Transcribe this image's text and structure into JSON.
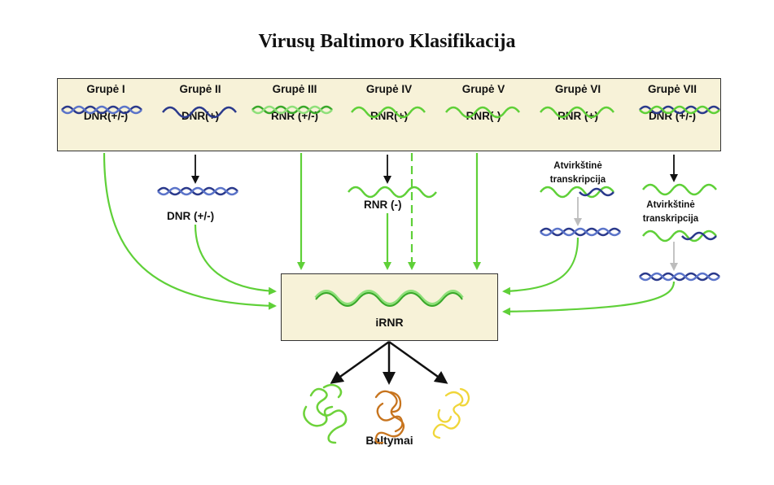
{
  "title": "Virusų Baltimoro Klasifikacija",
  "groups": [
    {
      "name": "Grupė  I",
      "type": "DNR(+/-)"
    },
    {
      "name": "Grupė  II",
      "type": "DNR(+)"
    },
    {
      "name": "Grupė  III",
      "type": "RNR (+/-)"
    },
    {
      "name": "Grupė  IV",
      "type": "RNR(+)"
    },
    {
      "name": "Grupė  V",
      "type": "RNR(-)"
    },
    {
      "name": "Grupė  VI",
      "type": "RNR (+)"
    },
    {
      "name": "Grupė  VII",
      "type": "DNR (+/-)"
    }
  ],
  "intermediates": {
    "group2": "DNR (+/-)",
    "group4": "RNR (-)",
    "group6_label": [
      "Atvirkštinė",
      "transkripcija"
    ],
    "group7_label": [
      "Atvirkštinė",
      "transkripcija"
    ]
  },
  "center_label": "iRNR",
  "proteins_label": "Baltymai",
  "colors": {
    "green": "#5fd038",
    "dna_blue": "#2b3a8c",
    "box_fill": "#f7f2d8",
    "gray_arrow": "#bdbdbd",
    "protein_green": "#6dd23a",
    "protein_orange": "#c7741e",
    "protein_yellow": "#f0d63a"
  }
}
